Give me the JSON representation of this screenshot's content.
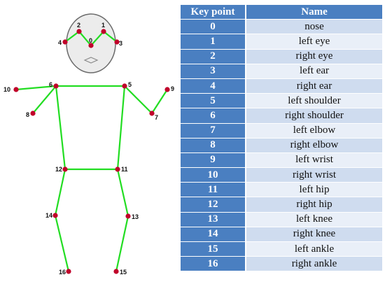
{
  "table": {
    "headers": {
      "id": "Key point",
      "name": "Name"
    },
    "rows": [
      {
        "id": "0",
        "name": "nose"
      },
      {
        "id": "1",
        "name": "left eye"
      },
      {
        "id": "2",
        "name": "right eye"
      },
      {
        "id": "3",
        "name": "left ear"
      },
      {
        "id": "4",
        "name": "right ear"
      },
      {
        "id": "5",
        "name": "left shoulder"
      },
      {
        "id": "6",
        "name": "right shoulder"
      },
      {
        "id": "7",
        "name": "left elbow"
      },
      {
        "id": "8",
        "name": "right elbow"
      },
      {
        "id": "9",
        "name": "left wrist"
      },
      {
        "id": "10",
        "name": "right wrist"
      },
      {
        "id": "11",
        "name": "left hip"
      },
      {
        "id": "12",
        "name": "right hip"
      },
      {
        "id": "13",
        "name": "left knee"
      },
      {
        "id": "14",
        "name": "right knee"
      },
      {
        "id": "15",
        "name": "left ankle"
      },
      {
        "id": "16",
        "name": "right ankle"
      }
    ]
  },
  "skeleton": {
    "labels": [
      "0",
      "1",
      "2",
      "3",
      "4",
      "5",
      "6",
      "7",
      "8",
      "9",
      "10",
      "11",
      "12",
      "13",
      "14",
      "15",
      "16"
    ],
    "colors": {
      "bone": "#22dd22",
      "joint": "#c0002a",
      "head_fill": "#ececec",
      "head_stroke": "#6a6a6a"
    }
  }
}
